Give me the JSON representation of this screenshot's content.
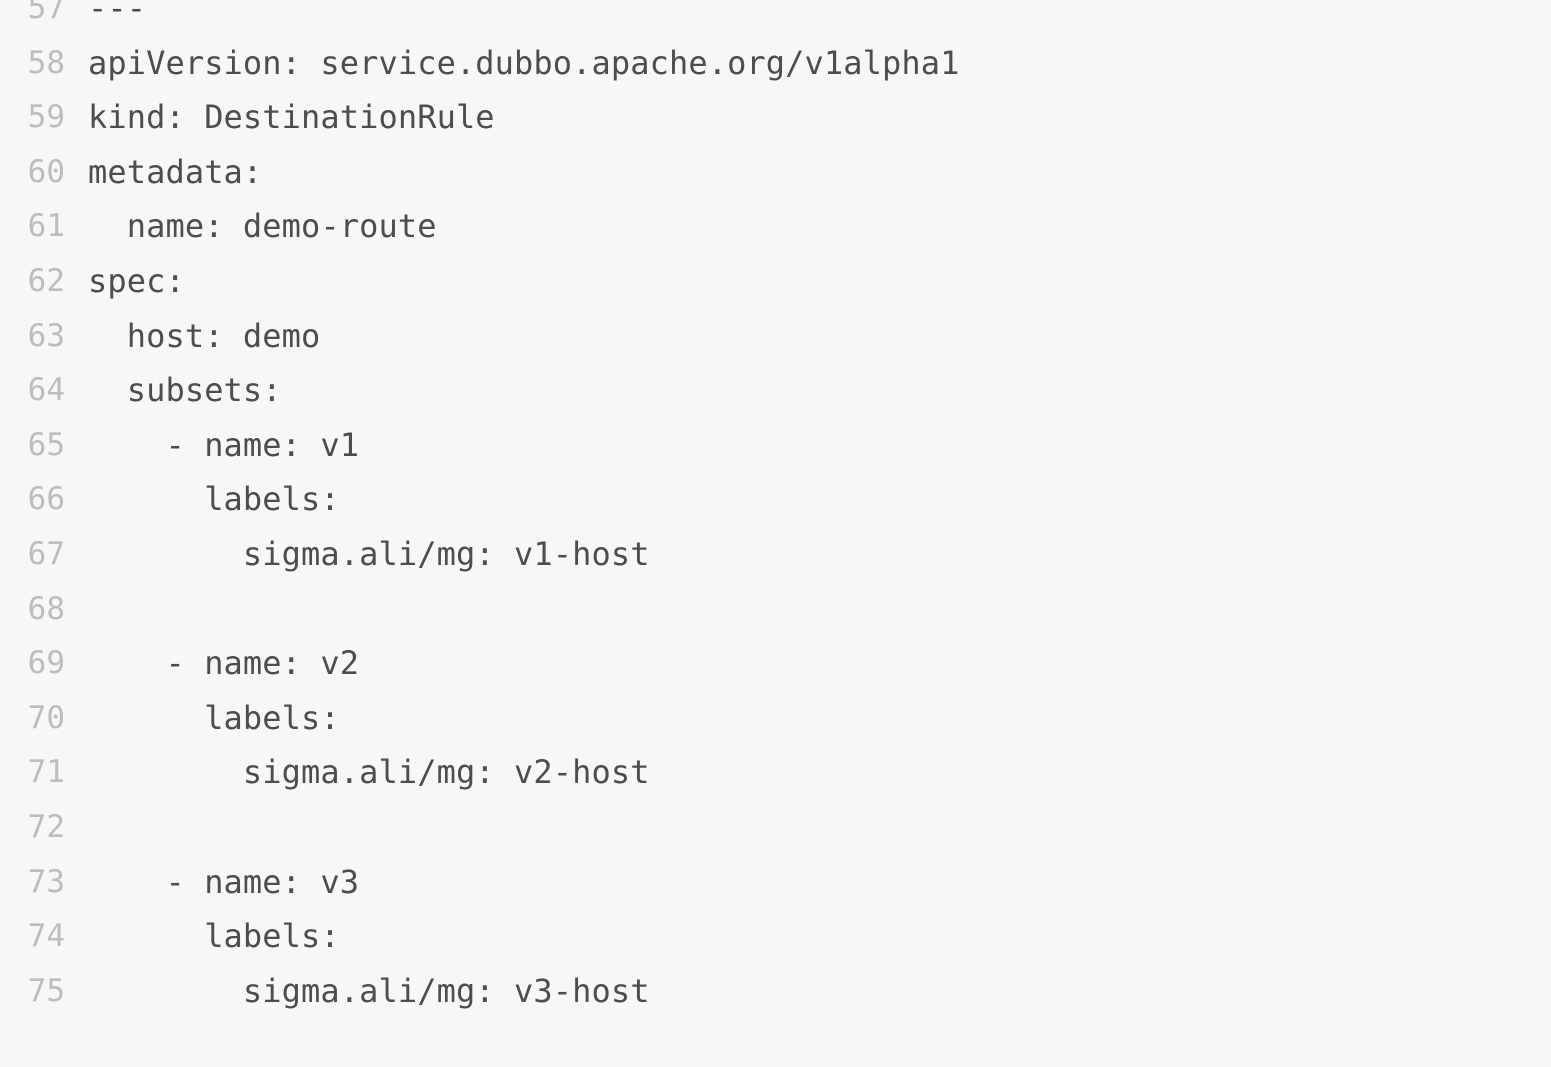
{
  "editor": {
    "language": "yaml",
    "background_color": "#f7f7f7",
    "code_text_color": "#4d4d4d",
    "line_number_color": "#bdbdbd",
    "first_visible_line": 57,
    "last_visible_line": 75,
    "lines": [
      {
        "number": "57",
        "text": "---"
      },
      {
        "number": "58",
        "text": "apiVersion: service.dubbo.apache.org/v1alpha1"
      },
      {
        "number": "59",
        "text": "kind: DestinationRule"
      },
      {
        "number": "60",
        "text": "metadata:"
      },
      {
        "number": "61",
        "text": "  name: demo-route"
      },
      {
        "number": "62",
        "text": "spec:"
      },
      {
        "number": "63",
        "text": "  host: demo"
      },
      {
        "number": "64",
        "text": "  subsets:"
      },
      {
        "number": "65",
        "text": "    - name: v1"
      },
      {
        "number": "66",
        "text": "      labels:"
      },
      {
        "number": "67",
        "text": "        sigma.ali/mg: v1-host"
      },
      {
        "number": "68",
        "text": ""
      },
      {
        "number": "69",
        "text": "    - name: v2"
      },
      {
        "number": "70",
        "text": "      labels:"
      },
      {
        "number": "71",
        "text": "        sigma.ali/mg: v2-host"
      },
      {
        "number": "72",
        "text": ""
      },
      {
        "number": "73",
        "text": "    - name: v3"
      },
      {
        "number": "74",
        "text": "      labels:"
      },
      {
        "number": "75",
        "text": "        sigma.ali/mg: v3-host"
      }
    ]
  }
}
